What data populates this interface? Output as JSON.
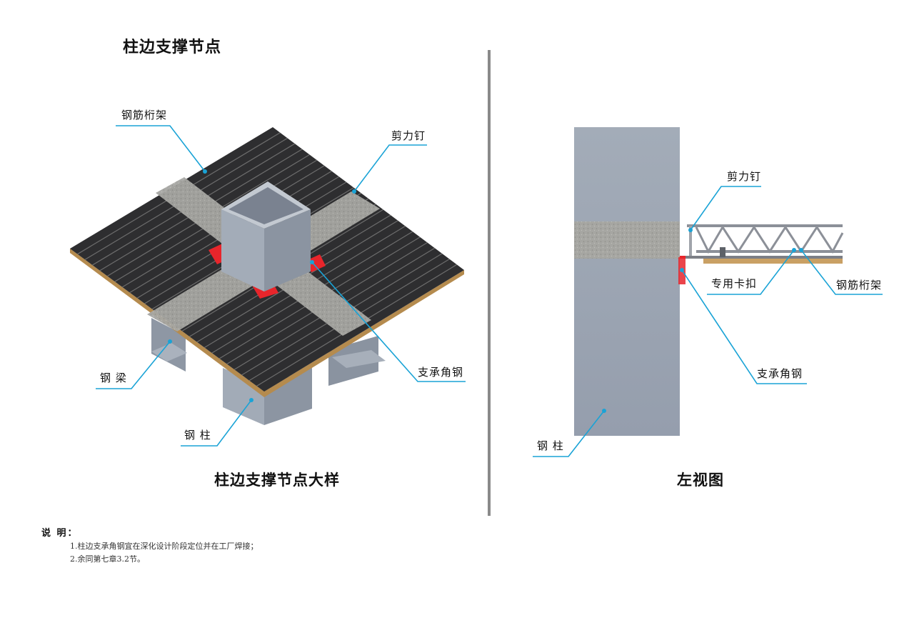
{
  "header": {
    "title": "柱边支撑节点"
  },
  "left_view": {
    "caption": "柱边支撑节点大样",
    "labels": {
      "truss": "钢筋桁架",
      "stud": "剪力钉",
      "beam": "钢  梁",
      "angle": "支承角钢",
      "column": "钢  柱"
    }
  },
  "right_view": {
    "caption": "左视图",
    "labels": {
      "stud": "剪力钉",
      "clip": "专用卡扣",
      "truss": "钢筋桁架",
      "angle": "支承角钢",
      "column": "钢  柱"
    }
  },
  "notes": {
    "heading": "说  明：",
    "items": [
      "1.柱边支承角钢宜在深化设计阶段定位并在工厂焊接；",
      "2.余同第七章3.2节。"
    ]
  },
  "colors": {
    "leader": "#1aa3d6",
    "deck": "#2c2c2e",
    "concrete": "#a3a3a0",
    "steel": "#9aa3b0",
    "angle_highlight": "#e8252b",
    "divider": "#8a8a8a"
  }
}
